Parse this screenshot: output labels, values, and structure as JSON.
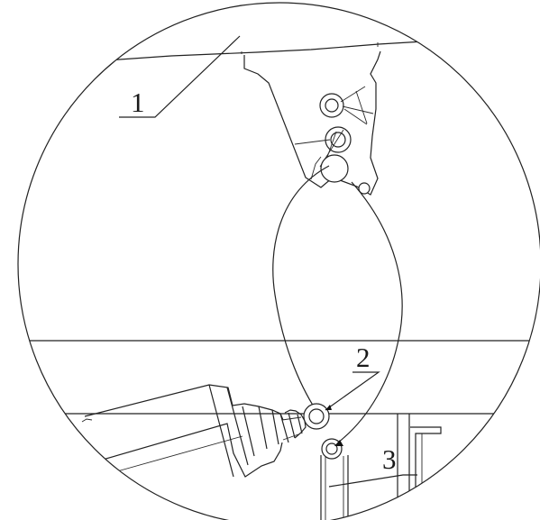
{
  "callouts": [
    {
      "id": "part-1",
      "label": "1"
    },
    {
      "id": "part-2",
      "label": "2"
    },
    {
      "id": "part-3",
      "label": "3"
    }
  ],
  "colors": {
    "background": "#ffffff",
    "line": "#222222"
  }
}
